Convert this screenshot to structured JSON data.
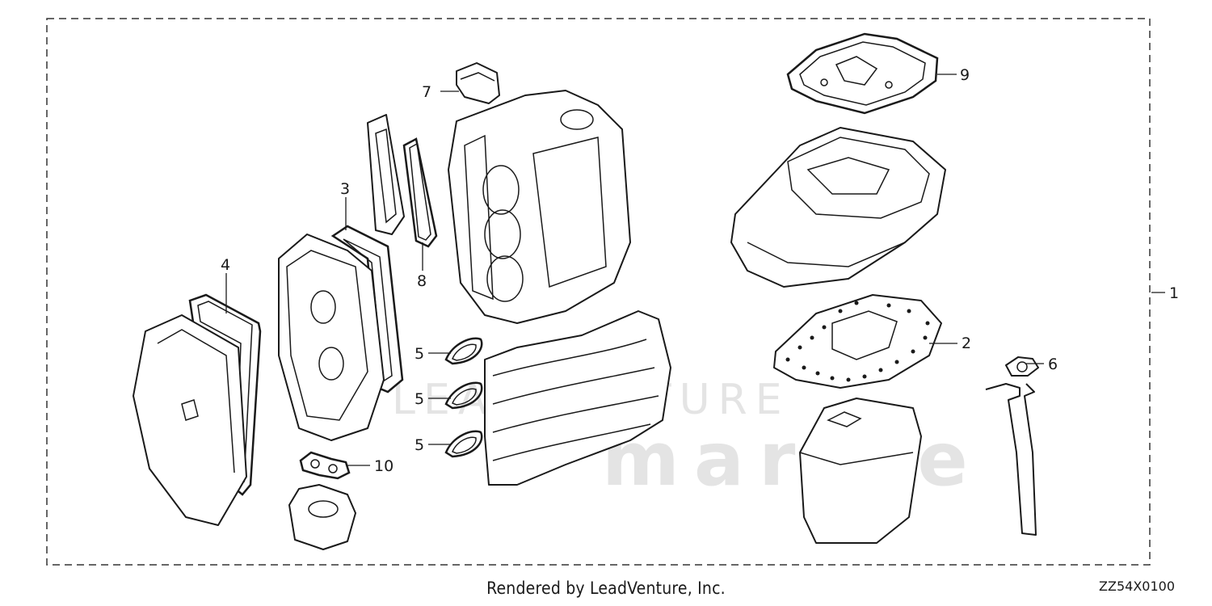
{
  "diagram": {
    "callouts": [
      {
        "id": "1",
        "text": "1"
      },
      {
        "id": "2",
        "text": "2"
      },
      {
        "id": "3",
        "text": "3"
      },
      {
        "id": "4",
        "text": "4"
      },
      {
        "id": "5a",
        "text": "5"
      },
      {
        "id": "5b",
        "text": "5"
      },
      {
        "id": "5c",
        "text": "5"
      },
      {
        "id": "6",
        "text": "6"
      },
      {
        "id": "7",
        "text": "7"
      },
      {
        "id": "8",
        "text": "8"
      },
      {
        "id": "9",
        "text": "9"
      },
      {
        "id": "10",
        "text": "10"
      }
    ],
    "watermark": {
      "line1": "LEADVENTURE",
      "line2": "marine"
    }
  },
  "footer": {
    "credit": "Rendered by LeadVenture, Inc.",
    "diagram_code": "ZZ54X0100"
  }
}
